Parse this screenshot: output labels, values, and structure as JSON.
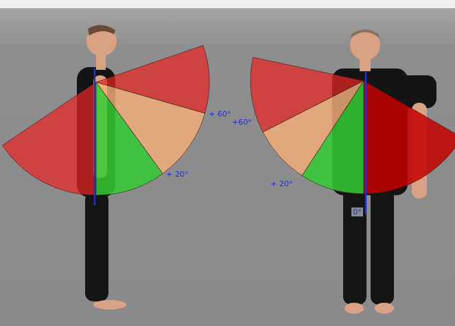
{
  "diagram": {
    "labels": [
      "+ 60°",
      "+ 20°",
      "+60°",
      "+ 20°",
      "0°"
    ]
  }
}
